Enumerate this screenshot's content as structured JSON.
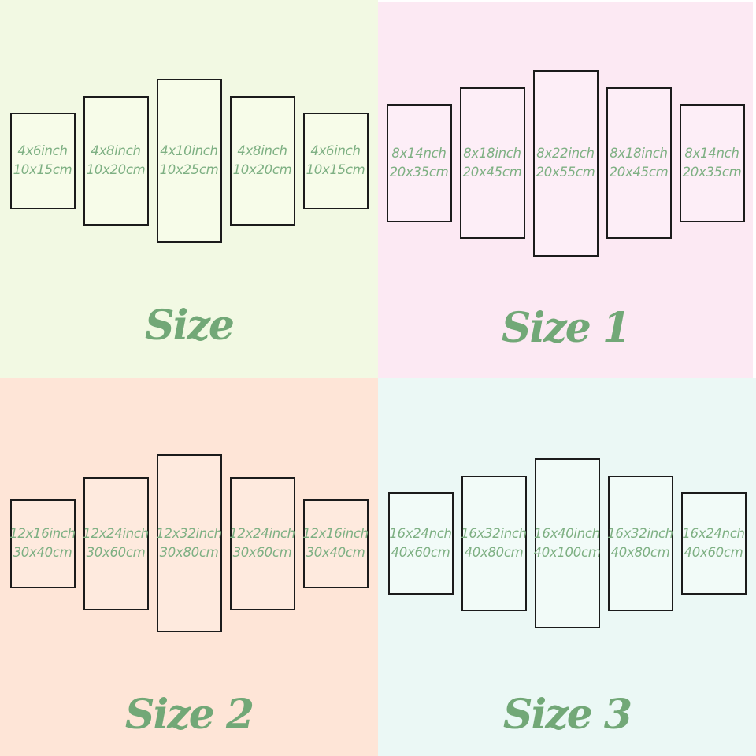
{
  "accent": {
    "panel_text_color": "#7eb083",
    "title_color": "#72a877",
    "panel_border_color": "#1b1b1b"
  },
  "quadrants": [
    {
      "title": "Size",
      "bg": "#f2f9e3",
      "panel_bg": "#f7fce9",
      "panels": [
        {
          "inches": "4x6inch",
          "cm": "10x15cm"
        },
        {
          "inches": "4x8inch",
          "cm": "10x20cm"
        },
        {
          "inches": "4x10inch",
          "cm": "10x25cm"
        },
        {
          "inches": "4x8inch",
          "cm": "10x20cm"
        },
        {
          "inches": "4x6inch",
          "cm": "10x15cm"
        }
      ]
    },
    {
      "title": "Size 1",
      "bg": "#fce9f3",
      "panel_bg": "#fdeef7",
      "panels": [
        {
          "inches": "8x14nch",
          "cm": "20x35cm"
        },
        {
          "inches": "8x18inch",
          "cm": "20x45cm"
        },
        {
          "inches": "8x22inch",
          "cm": "20x55cm"
        },
        {
          "inches": "8x18inch",
          "cm": "20x45cm"
        },
        {
          "inches": "8x14nch",
          "cm": "20x35cm"
        }
      ]
    },
    {
      "title": "Size 2",
      "bg": "#fee5d7",
      "panel_bg": "#feeade",
      "panels": [
        {
          "inches": "12x16inch",
          "cm": "30x40cm"
        },
        {
          "inches": "12x24inch",
          "cm": "30x60cm"
        },
        {
          "inches": "12x32inch",
          "cm": "30x80cm"
        },
        {
          "inches": "12x24inch",
          "cm": "30x60cm"
        },
        {
          "inches": "12x16inch",
          "cm": "30x40cm"
        }
      ]
    },
    {
      "title": "Size 3",
      "bg": "#ebf8f5",
      "panel_bg": "#f2fbf8",
      "panels": [
        {
          "inches": "16x24nch",
          "cm": "40x60cm"
        },
        {
          "inches": "16x32inch",
          "cm": "40x80cm"
        },
        {
          "inches": "16x40inch",
          "cm": "40x100cm"
        },
        {
          "inches": "16x32inch",
          "cm": "40x80cm"
        },
        {
          "inches": "16x24nch",
          "cm": "40x60cm"
        }
      ]
    }
  ]
}
